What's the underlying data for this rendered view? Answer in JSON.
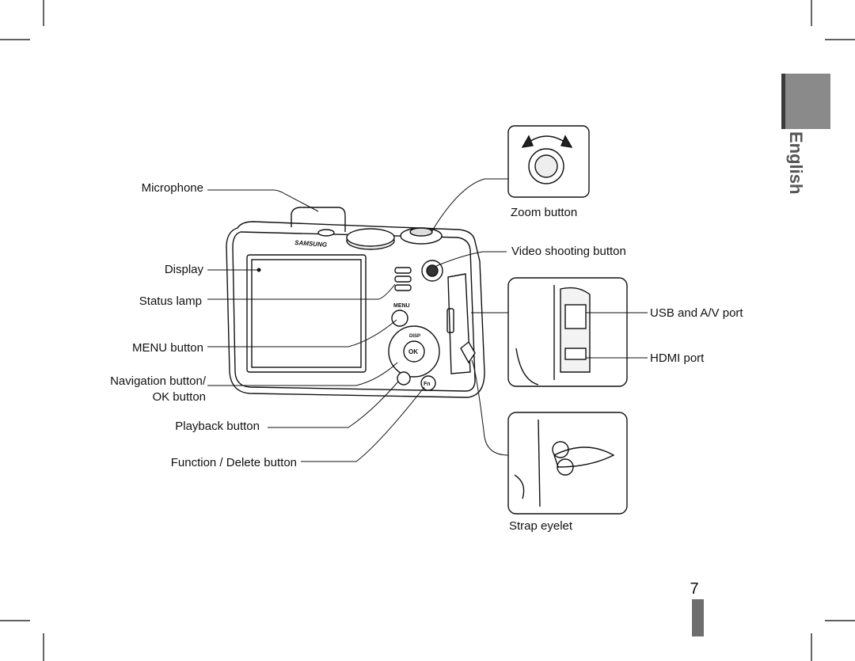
{
  "language_tab": "English",
  "page_number": "7",
  "labels": {
    "microphone": "Microphone",
    "display": "Display",
    "status_lamp": "Status lamp",
    "menu_button": "MENU button",
    "navigation_button_line1": "Navigation button/",
    "navigation_button_line2": "OK button",
    "playback_button": "Playback button",
    "function_delete_button": "Function / Delete button",
    "zoom_button": "Zoom button",
    "video_shooting_button": "Video shooting button",
    "usb_av_port": "USB and A/V port",
    "hdmi_port": "HDMI port",
    "strap_eyelet": "Strap eyelet"
  },
  "camera_markings": {
    "brand": "SAMSUNG",
    "menu": "MENU",
    "ok": "OK",
    "disp": "DISP",
    "fn": "Fn"
  }
}
